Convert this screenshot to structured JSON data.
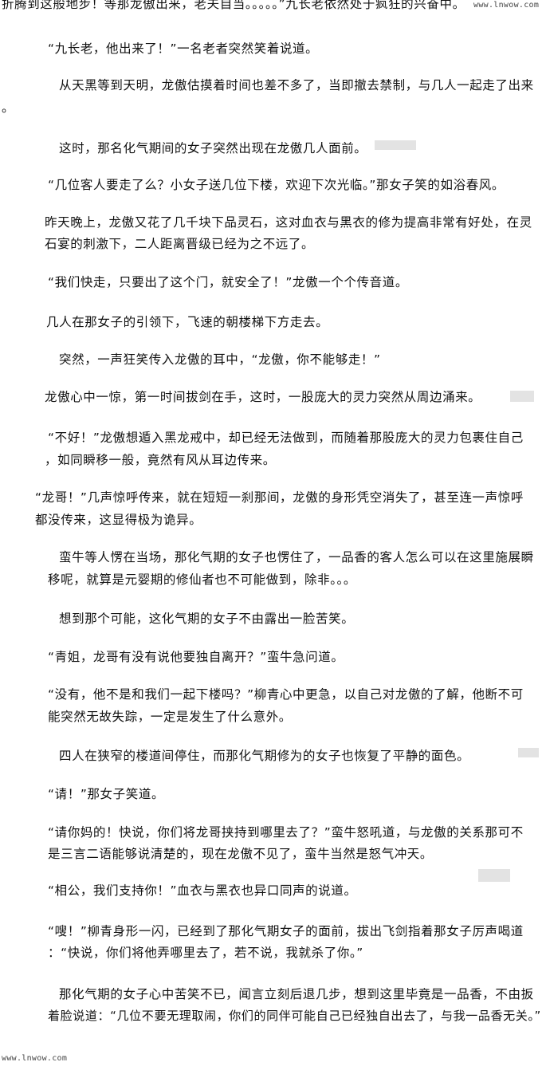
{
  "watermark": {
    "top_right": "www.lnwow.com",
    "bottom_left": "www.lnwow.com"
  },
  "lines": [
    "折腾到这般地步！等那龙傲出来，老夫自当。。。。。”九长老依然处于疯狂的兴奋中。",
    "“九长老，他出来了！”一名老者突然笑着说道。",
    "从天黑等到天明，龙傲估摸着时间也差不多了，当即撤去禁制，与几人一起走了出来",
    "。",
    "这时，那名化气期间的女子突然出现在龙傲几人面前。",
    "“几位客人要走了么？小女子送几位下楼，欢迎下次光临。”那女子笑的如浴春风。",
    "昨天晚上，龙傲又花了几千块下品灵石，这对血衣与黑衣的修为提高非常有好处，在灵",
    "石宴的刺激下，二人距离晋级已经为之不远了。",
    "“我们快走，只要出了这个门，就安全了！”龙傲一个个传音道。",
    "几人在那女子的引领下，飞速的朝楼梯下方走去。",
    "突然，一声狂笑传入龙傲的耳中，“龙傲，你不能够走！”",
    "龙傲心中一惊，第一时间拔剑在手，这时，一股庞大的灵力突然从周边涌来。",
    "“不好！”龙傲想遁入黑龙戒中，却已经无法做到，而随着那股庞大的灵力包裹住自己",
    "，如同瞬移一般，竟然有风从耳边传来。",
    "“龙哥！”几声惊呼传来，就在短短一刹那间，龙傲的身形凭空消失了，甚至连一声惊呼",
    "都没传来，这显得极为诡异。",
    "蛮牛等人愣在当场，那化气期的女子也愣住了，一品香的客人怎么可以在这里施展瞬",
    "移呢，就算是元婴期的修仙者也不可能做到，除非。。。",
    "想到那个可能，这化气期的女子不由露出一脸苦笑。",
    "“青姐，龙哥有没有说他要独自离开？”蛮牛急问道。",
    "“没有，他不是和我们一起下楼吗？”柳青心中更急，以自己对龙傲的了解，他断不可",
    "能突然无故失踪，一定是发生了什么意外。",
    "四人在狭窄的楼道间停住，而那化气期修为的女子也恢复了平静的面色。",
    "“请！”那女子笑道。",
    "“请你妈的！快说，你们将龙哥挟持到哪里去了？”蛮牛怒吼道，与龙傲的关系那可不",
    "是三言二语能够说清楚的，现在龙傲不见了，蛮牛当然是怒气冲天。",
    "“相公，我们支持你！”血衣与黑衣也异口同声的说道。",
    "“嗖！”柳青身形一闪，已经到了那化气期女子的面前，拔出飞剑指着那女子厉声喝道",
    "：“快说，你们将他弄哪里去了，若不说，我就杀了你。”",
    "那化气期的女子心中苦笑不已，闻言立刻后退几步，想到这里毕竟是一品香，不由扳",
    "着脸说道：“几位不要无理取闹，你们的同伴可能自己已经独自出去了，与我一品香无关。”"
  ]
}
